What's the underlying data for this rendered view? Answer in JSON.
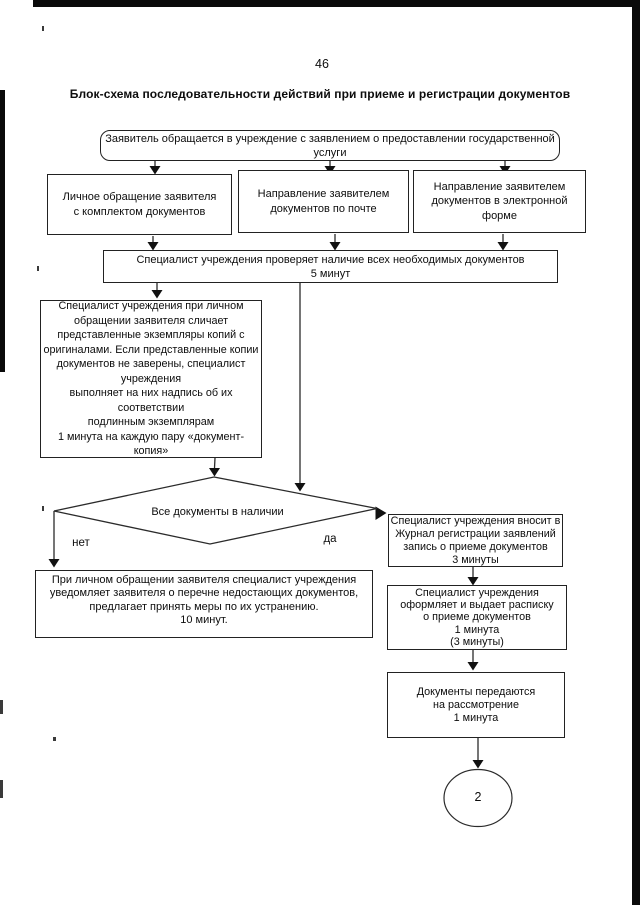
{
  "page": {
    "number": "46",
    "title": "Блок-схема последовательности действий при приеме и регистрации документов"
  },
  "flowchart": {
    "start": "Заявитель обращается в учреждение с заявлением о предоставлении государственной\nуслуги",
    "channels": [
      "Личное обращение заявителя\nс комплектом документов",
      "Направление заявителем\nдокументов по почте",
      "Направление заявителем\nдокументов в электронной форме"
    ],
    "check": "Специалист учреждения проверяет наличие всех необходимых документов\n5 минут",
    "compare": "Специалист учреждения при личном\nобращении заявителя сличает\nпредставленные экземпляры копий с\nоригиналами. Если представленные копии\nдокументов не заверены, специалист\nучреждения\nвыполняет на них надпись об их\nсоответствии\nподлинным экземплярам\n1 минута на каждую пару «документ-копия»",
    "decision": {
      "label": "Все документы в наличии",
      "no": "нет",
      "yes": "да"
    },
    "notify": "При личном обращении заявителя специалист учреждения\nуведомляет заявителя о перечне недостающих документов,\nпредлагает принять меры по их устранению.\n10 минут.",
    "register": "Специалист учреждения вносит в\nЖурнал регистрации заявлений\nзапись о приеме документов\n3 минуты",
    "receipt": "Специалист учреждения\nоформляет и выдает расписку\nо приеме документов\n1 минута\n(3 минуты)",
    "transfer": "Документы передаются\nна рассмотрение\n1 минута",
    "offpage_connector": "2"
  }
}
